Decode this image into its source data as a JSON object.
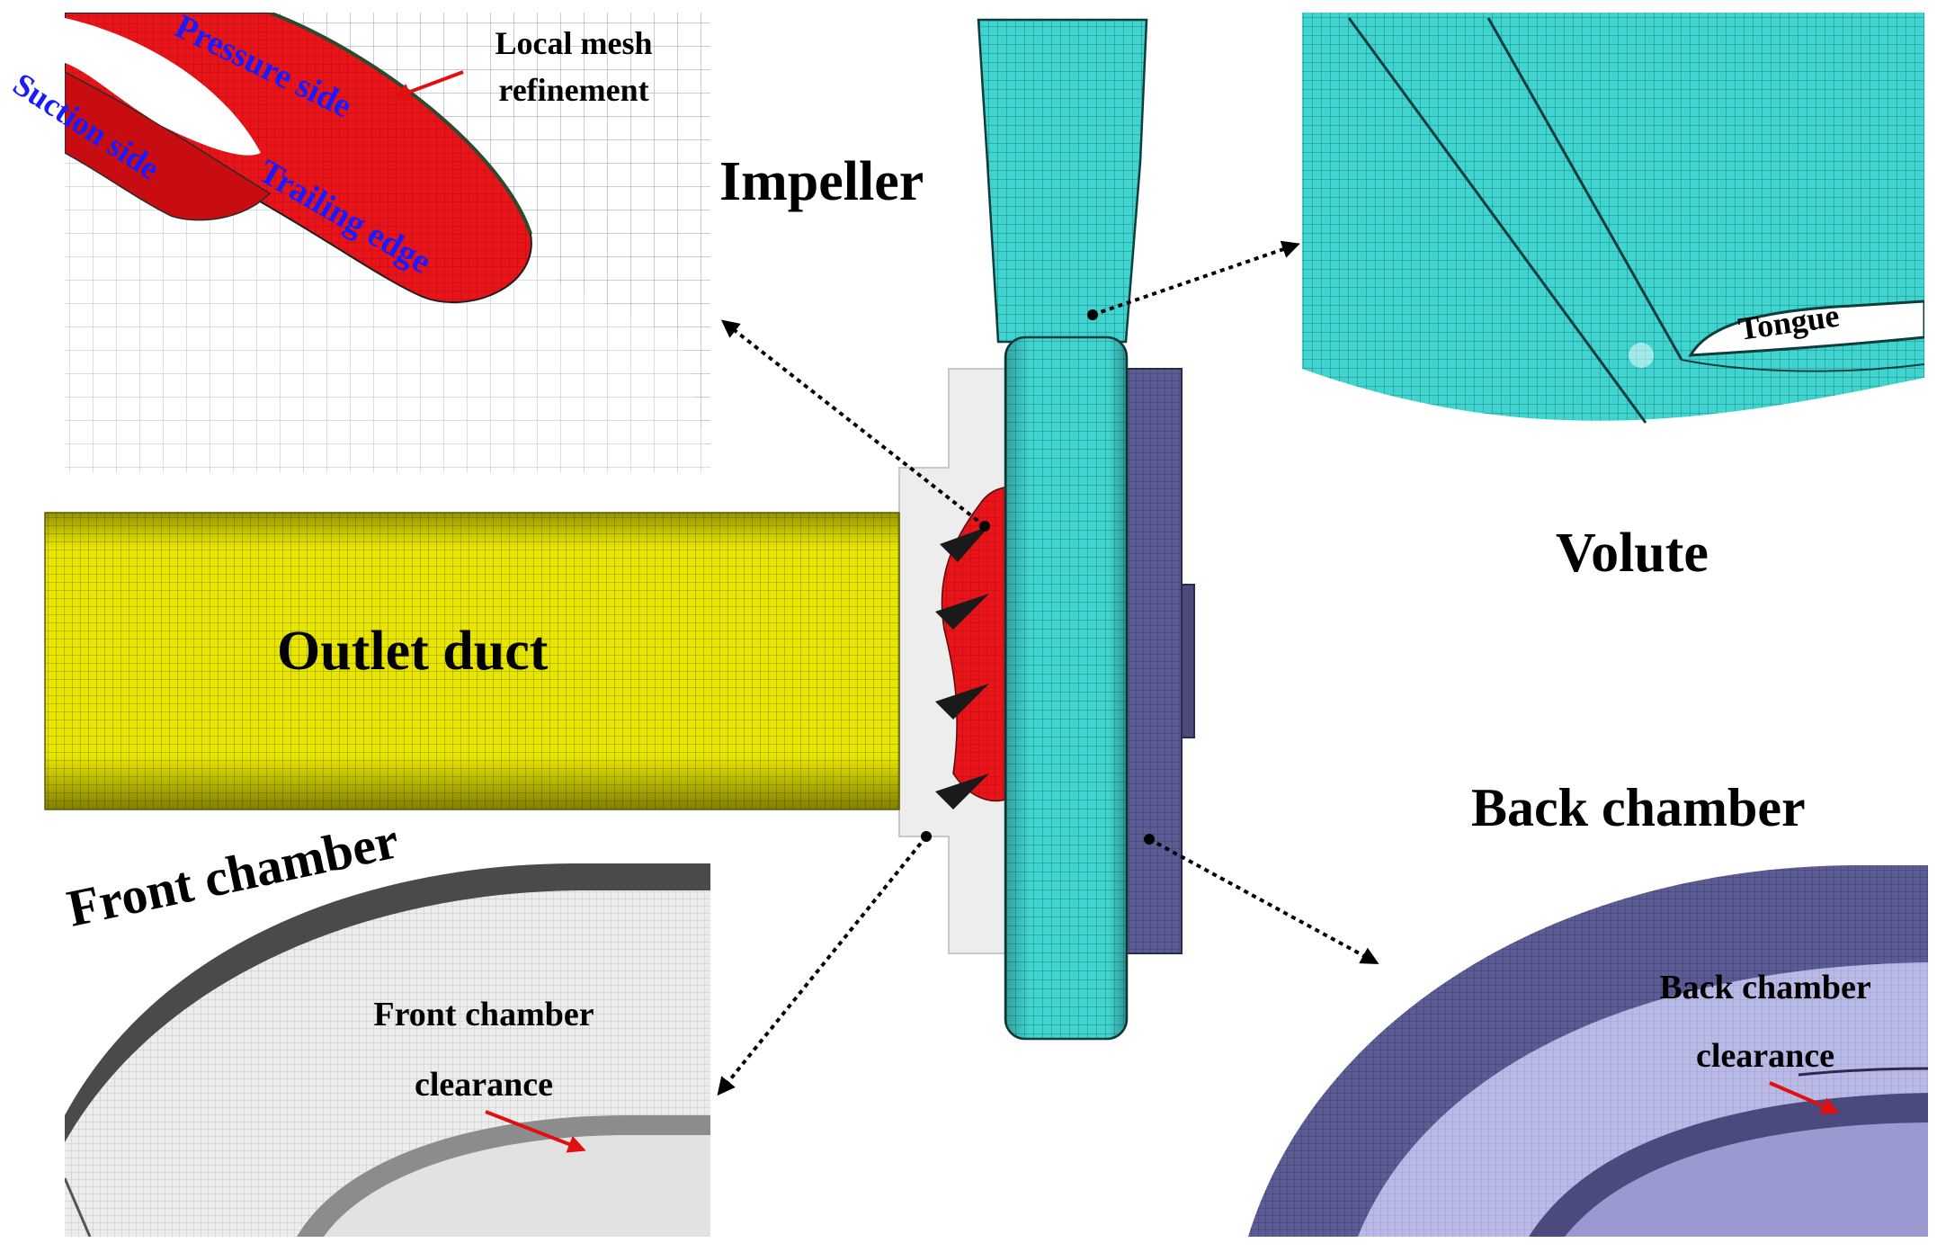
{
  "labels": {
    "impeller": "Impeller",
    "volute": "Volute",
    "outlet_duct": "Outlet duct",
    "front_chamber": "Front chamber",
    "back_chamber": "Back chamber",
    "local_mesh_line1": "Local mesh",
    "local_mesh_line2": "refinement",
    "pressure_side": "Pressure side",
    "suction_side": "Suction side",
    "trailing_edge": "Trailing edge",
    "tongue": "Tongue",
    "front_clearance_line1": "Front chamber",
    "front_clearance_line2": "clearance",
    "back_clearance_line1": "Back chamber",
    "back_clearance_line2": "clearance"
  },
  "colors": {
    "outlet_duct": "#e8e600",
    "volute": "#3fd6d2",
    "impeller_blade": "#e0141a",
    "back_chamber": "#5a5a92",
    "back_chamber_light": "#b9b9e4",
    "front_chamber": "#e6e6e6",
    "arrow_red": "#e01010",
    "blade_text": "#1a1aff"
  }
}
